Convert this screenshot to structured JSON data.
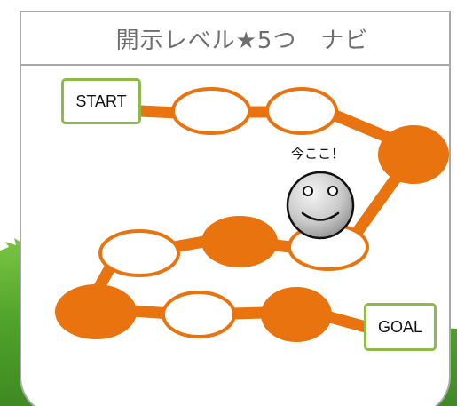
{
  "card": {
    "title": "開示レベル★5つ　ナビ"
  },
  "board": {
    "start_label": "START",
    "goal_label": "GOAL",
    "current_position_label": "今ここ！"
  },
  "steps": [
    {
      "index": 1,
      "state": "open"
    },
    {
      "index": 2,
      "state": "open"
    },
    {
      "index": 3,
      "state": "filled"
    },
    {
      "index": 4,
      "state": "open"
    },
    {
      "index": 5,
      "state": "filled"
    },
    {
      "index": 6,
      "state": "open"
    },
    {
      "index": 7,
      "state": "filled"
    },
    {
      "index": 8,
      "state": "open"
    },
    {
      "index": 9,
      "state": "filled"
    }
  ],
  "colors": {
    "path": "#e8730f",
    "frame_border": "#a8a8a8",
    "label_border": "#8cbb4a",
    "grass": "#4fa32b",
    "title_text": "#6e6e6e"
  },
  "icons": {
    "marker": "smiley-face-icon"
  }
}
